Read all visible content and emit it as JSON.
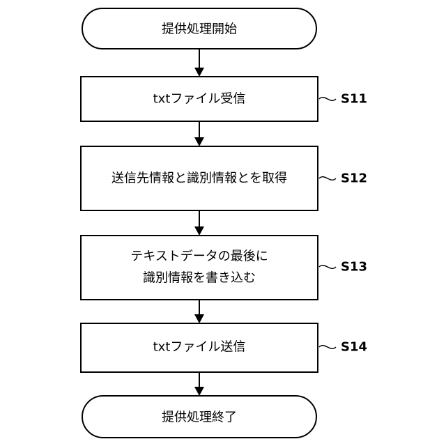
{
  "flowchart": {
    "start": {
      "label": "提供処理開始"
    },
    "steps": [
      {
        "id": "S11",
        "lines": [
          "txtファイル受信"
        ]
      },
      {
        "id": "S12",
        "lines": [
          "送信先情報と識別情報とを取得"
        ]
      },
      {
        "id": "S13",
        "lines": [
          "テキストデータの最後に",
          "識別情報を書き込む"
        ]
      },
      {
        "id": "S14",
        "lines": [
          "txtファイル送信"
        ]
      }
    ],
    "end": {
      "label": "提供処理終了"
    }
  }
}
